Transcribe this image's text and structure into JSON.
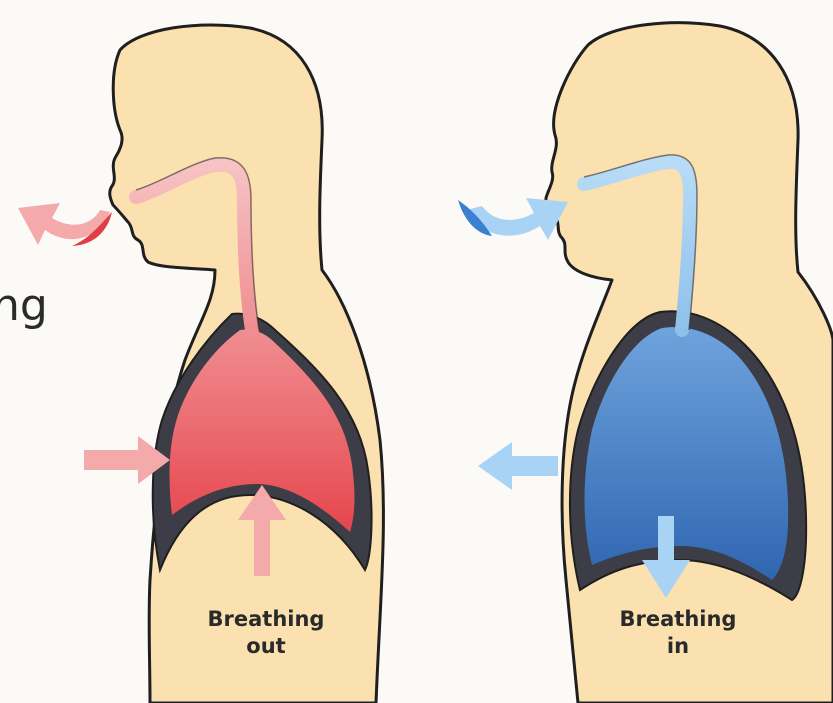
{
  "partial_side_text": "ng",
  "left_panel": {
    "caption_line1": "Breathing",
    "caption_line2": "out",
    "lung_color": "#e9555a",
    "airway_color": "#f4b2b4",
    "arrow_color": "#f4a9ab",
    "breath_arrow_color": "#e23c45"
  },
  "right_panel": {
    "caption_line1": "Breathing",
    "caption_line2": "in",
    "lung_color": "#3f79c0",
    "airway_color": "#a9d1f2",
    "arrow_color": "#a9d3f5",
    "breath_arrow_color": "#3b7fd0"
  },
  "colors": {
    "skin": "#fbe1b0",
    "outline": "#1f1f1f",
    "cavity": "#3c3d47"
  }
}
